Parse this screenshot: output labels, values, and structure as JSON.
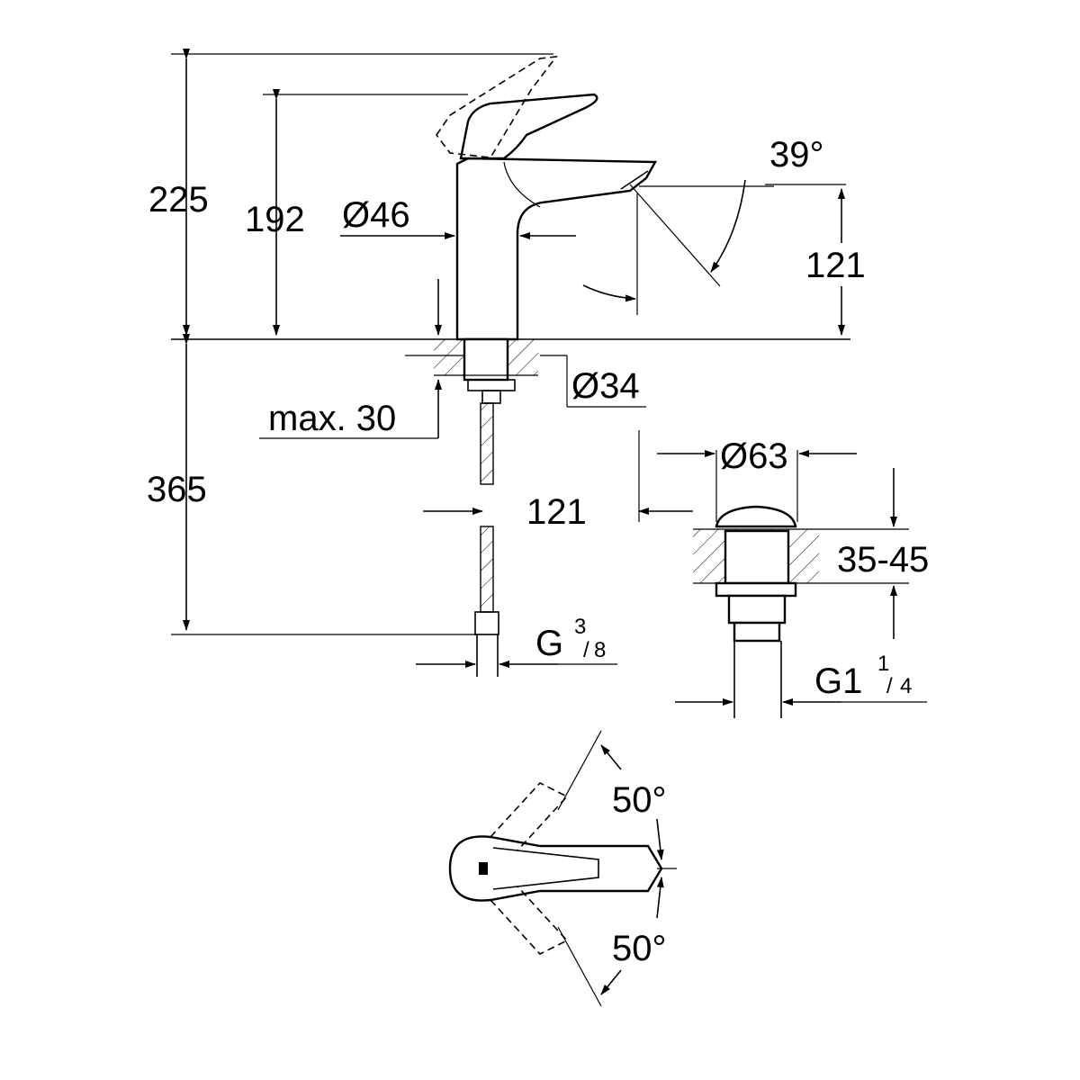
{
  "dimensions": {
    "total_height": "225",
    "lever_height": "192",
    "body_diameter": "Ø46",
    "spout_angle": "39°",
    "spout_height": "121",
    "hole_diameter": "Ø34",
    "max_thickness": "max. 30",
    "hose_length": "365",
    "spout_reach": "121",
    "waste_diameter": "Ø63",
    "waste_thickness": "35-45",
    "hose_thread": {
      "prefix": "G",
      "num": "3",
      "den": "8"
    },
    "waste_thread": {
      "prefix": "G1",
      "num": "1",
      "den": "4"
    },
    "lever_angle_left": "50°",
    "lever_angle_right": "50°"
  }
}
